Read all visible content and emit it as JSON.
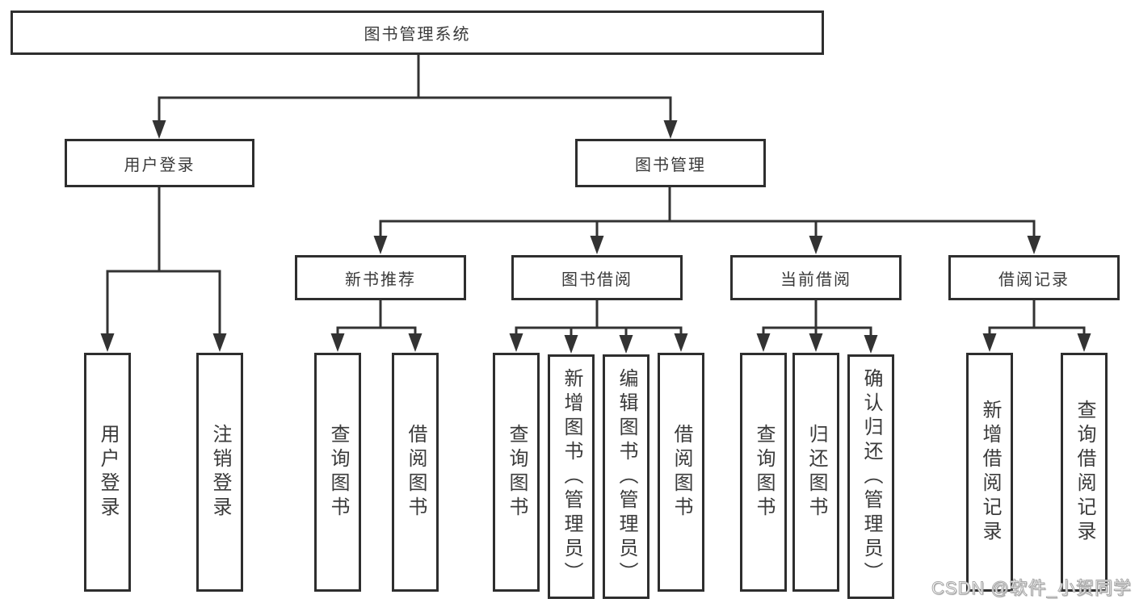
{
  "tree": {
    "root": {
      "label": "图书管理系统"
    },
    "children": [
      {
        "label": "用户登录",
        "children": [
          {
            "label": "用户登录"
          },
          {
            "label": "注销登录"
          }
        ]
      },
      {
        "label": "图书管理",
        "children": [
          {
            "label": "新书推荐",
            "children": [
              {
                "label": "查询图书"
              },
              {
                "label": "借阅图书"
              }
            ]
          },
          {
            "label": "图书借阅",
            "children": [
              {
                "label": "查询图书"
              },
              {
                "label": "新增图书（管理员）"
              },
              {
                "label": "编辑图书（管理员）"
              },
              {
                "label": "借阅图书"
              }
            ]
          },
          {
            "label": "当前借阅",
            "children": [
              {
                "label": "查询图书"
              },
              {
                "label": "归还图书"
              },
              {
                "label": "确认归还（管理员）"
              }
            ]
          },
          {
            "label": "借阅记录",
            "children": [
              {
                "label": "新增借阅记录"
              },
              {
                "label": "查询借阅记录"
              }
            ]
          }
        ]
      }
    ]
  },
  "watermark": {
    "text": "CSDN @软件_小贺同学"
  },
  "colors": {
    "line": "#333333",
    "box_border": "#2e2e2e",
    "text": "#3a3a3a",
    "background": "#ffffff",
    "watermark_text": "#ffffff"
  }
}
